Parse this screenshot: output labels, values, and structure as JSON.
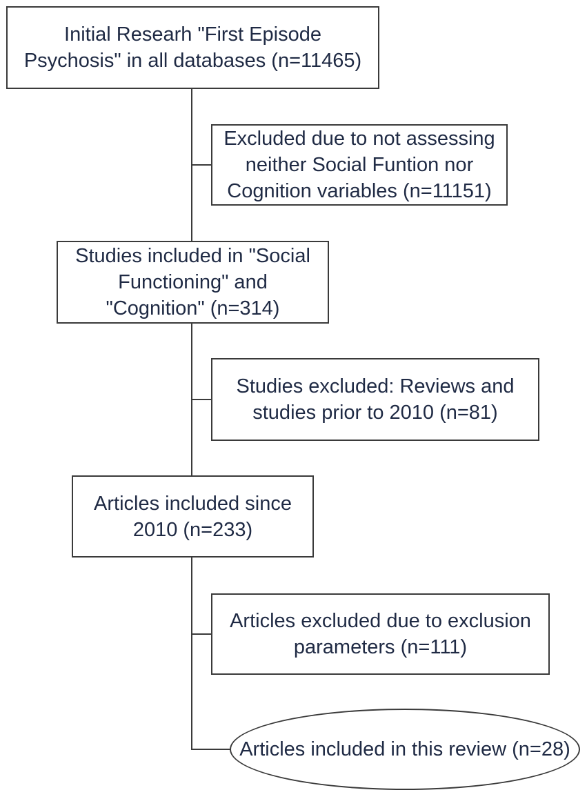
{
  "flowchart": {
    "initial": {
      "line1": "Initial Researh \"First Episode",
      "line2": "Psychosis\" in all databases (n=11465)"
    },
    "excluded_1": {
      "line1": "Excluded due to not assessing",
      "line2": "neither Social Funtion nor",
      "line3": "Cognition variables (n=11151)"
    },
    "included_1": {
      "line1": "Studies included in \"Social",
      "line2": "Functioning\" and",
      "line3": "\"Cognition\" (n=314)"
    },
    "excluded_2": {
      "line1": "Studies excluded: Reviews and",
      "line2": "studies prior to 2010 (n=81)"
    },
    "included_2": {
      "line1": "Articles included since",
      "line2": "2010 (n=233)"
    },
    "excluded_3": {
      "line1": "Articles excluded due to exclusion",
      "line2": "parameters (n=111)"
    },
    "final": {
      "line1": "Articles included in this",
      "line2": "review (n=28)"
    }
  }
}
